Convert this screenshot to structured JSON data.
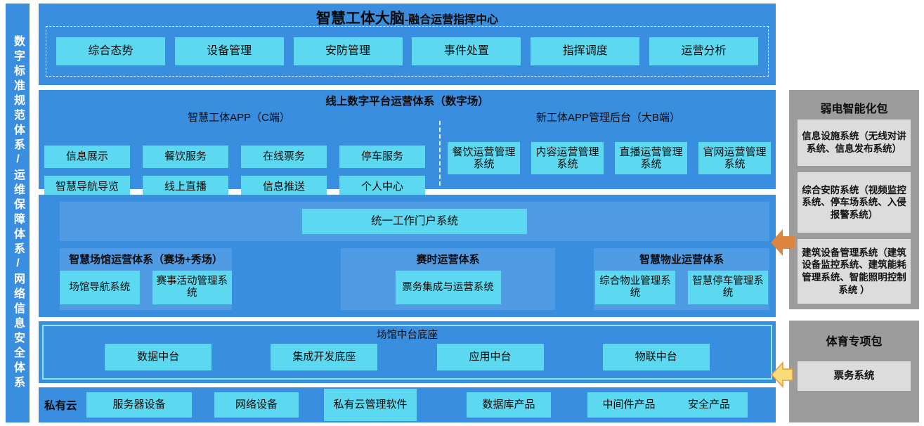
{
  "left_bar": {
    "text": "数字标准规范体系/运维保障体系/网络信息安全体系"
  },
  "brain": {
    "title_bold": "智慧工体大脑",
    "title_rest": "-融合运营指挥中心",
    "items": [
      "综合态势",
      "设备管理",
      "安防管理",
      "事件处置",
      "指挥调度",
      "运营分析"
    ]
  },
  "digital_platform": {
    "title": "线上数字平台运营体系（数字场）",
    "c_side": {
      "title": "智慧工体APP（C端）",
      "items": [
        "信息展示",
        "餐饮服务",
        "在线票务",
        "停车服务",
        "智慧导航导览",
        "线上直播",
        "信息推送",
        "个人中心"
      ]
    },
    "b_side": {
      "title": "新工体APP管理后台（大B端）",
      "items": [
        "餐饮运营管理系统",
        "内容运营管理系统",
        "直播运营管理系统",
        "官网运营管理系统"
      ]
    }
  },
  "operation": {
    "portal": "统一工作门户系统",
    "venue": {
      "title": "智慧场馆运营体系（赛场+秀场）",
      "items": [
        "场馆导航系统",
        "赛事活动管理系统"
      ]
    },
    "match": {
      "title": "赛时运营体系",
      "items": [
        "票务集成与运营系统"
      ]
    },
    "property": {
      "title": "智慧物业运营体系",
      "items": [
        "综合物业管理系统",
        "智慧停车管理系统"
      ]
    }
  },
  "middle_platform": {
    "title": "场馆中台底座",
    "items": [
      "数据中台",
      "集成开发底座",
      "应用中台",
      "物联中台"
    ]
  },
  "private_cloud": {
    "label": "私有云",
    "items": [
      "服务器设备",
      "网络设备",
      "私有云管理软件",
      "数据库产品",
      "中间件产品",
      "安全产品"
    ]
  },
  "weak_current_pack": {
    "title": "弱电智能化包",
    "items": [
      "信息设施系统（无线对讲系统、信息发布系统）",
      "综合安防系统（视频监控系统、停车场系统、入侵报警系统）",
      "建筑设备管理系统（建筑设备监控系统、建筑能耗管理系统、智能照明控制系统 ）"
    ]
  },
  "sports_pack": {
    "title": "体育专项包",
    "items": [
      "票务系统"
    ]
  },
  "colors": {
    "panel_blue": "#3a8ee0",
    "inner_blue": "#4f9ce4",
    "box_cyan": "#5cd9f0",
    "panel_gray": "#9c9c9c",
    "box_lightgray": "#dcdcdc",
    "arrow_orange": "#dd8440",
    "arrow_yellow_fill": "#f8dc7a",
    "arrow_yellow_stroke": "#e09a3c"
  }
}
